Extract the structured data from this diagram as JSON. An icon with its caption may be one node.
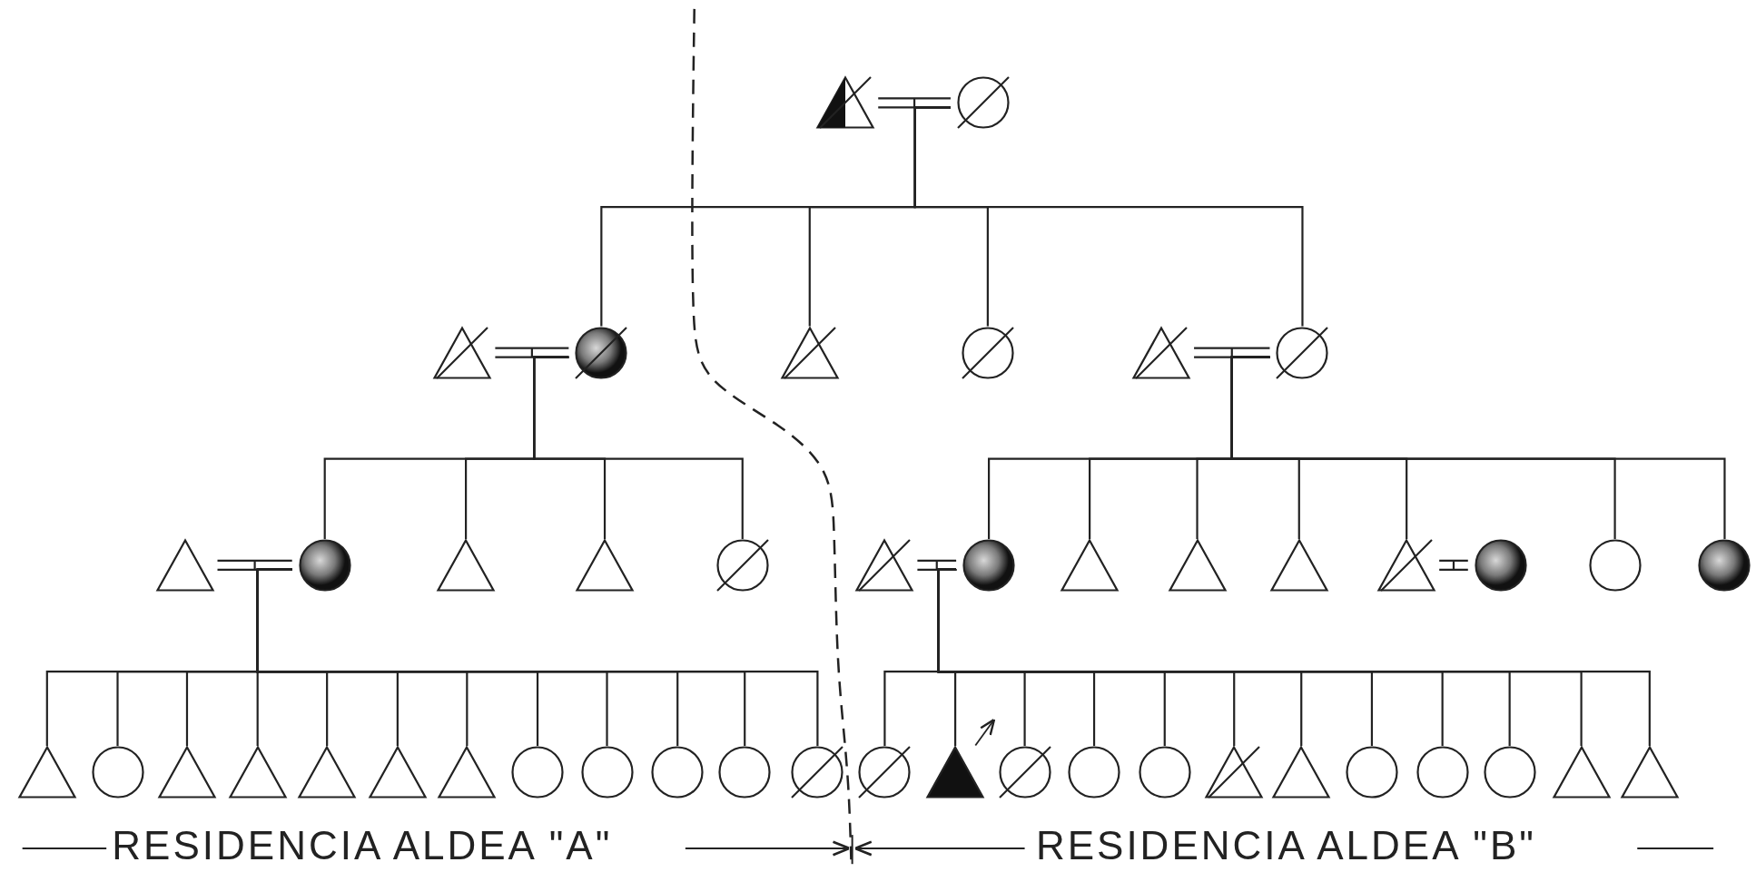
{
  "diagram": {
    "nodes": [
      {
        "text": [],
        "shape": "triangle"
      },
      {
        "text": [],
        "shape": "circle"
      },
      {
        "text": [],
        "shape": "triangle"
      },
      {
        "text": [],
        "shape": "circle"
      },
      {
        "text": [],
        "shape": "triangle"
      },
      {
        "text": [],
        "shape": "circle"
      },
      {
        "text": [],
        "shape": "triangle"
      },
      {
        "text": [],
        "shape": "circle"
      },
      {
        "text": [],
        "shape": "triangle"
      },
      {
        "text": [],
        "shape": "circle"
      },
      {
        "text": [],
        "shape": "triangle"
      },
      {
        "text": [],
        "shape": "triangle"
      },
      {
        "text": [],
        "shape": "circle"
      },
      {
        "text": [],
        "shape": "triangle"
      },
      {
        "text": [],
        "shape": "circle"
      },
      {
        "text": [],
        "shape": "triangle"
      },
      {
        "text": [],
        "shape": "triangle"
      },
      {
        "text": [],
        "shape": "triangle"
      },
      {
        "text": [],
        "shape": "triangle"
      },
      {
        "text": [],
        "shape": "circle"
      },
      {
        "text": [],
        "shape": "circle"
      },
      {
        "text": [],
        "shape": "circle"
      },
      {
        "text": [],
        "shape": "triangle"
      },
      {
        "text": [],
        "shape": "circle"
      },
      {
        "text": [],
        "shape": "triangle"
      },
      {
        "text": [],
        "shape": "triangle"
      },
      {
        "text": [],
        "shape": "triangle"
      },
      {
        "text": [],
        "shape": "triangle"
      },
      {
        "text": [],
        "shape": "triangle"
      },
      {
        "text": [],
        "shape": "circle"
      },
      {
        "text": [],
        "shape": "circle"
      },
      {
        "text": [],
        "shape": "circle"
      },
      {
        "text": [],
        "shape": "circle"
      },
      {
        "text": [],
        "shape": "circle"
      },
      {
        "text": [],
        "shape": "circle"
      },
      {
        "text": [],
        "shape": "triangle"
      },
      {
        "text": [],
        "shape": "circle"
      },
      {
        "text": [],
        "shape": "circle"
      },
      {
        "text": [],
        "shape": "circle"
      },
      {
        "text": [],
        "shape": "triangle"
      },
      {
        "text": [],
        "shape": "triangle"
      },
      {
        "text": [],
        "shape": "circle"
      },
      {
        "text": [],
        "shape": "circle"
      },
      {
        "text": [],
        "shape": "circle"
      },
      {
        "text": [],
        "shape": "triangle"
      },
      {
        "text": [],
        "shape": "triangle"
      }
    ],
    "edges": [
      {
        "from": 0,
        "to": 1,
        "arrow": "none"
      },
      {
        "from": 1,
        "to": 3,
        "arrow": "none"
      },
      {
        "from": 1,
        "to": 4,
        "arrow": "none"
      },
      {
        "from": 1,
        "to": 5,
        "arrow": "none"
      },
      {
        "from": 1,
        "to": 7,
        "arrow": "none"
      },
      {
        "from": 2,
        "to": 3,
        "arrow": "none"
      },
      {
        "from": 6,
        "to": 7,
        "arrow": "none"
      },
      {
        "from": 3,
        "to": 9,
        "arrow": "none"
      },
      {
        "from": 3,
        "to": 10,
        "arrow": "none"
      },
      {
        "from": 3,
        "to": 11,
        "arrow": "none"
      },
      {
        "from": 3,
        "to": 12,
        "arrow": "none"
      },
      {
        "from": 7,
        "to": 14,
        "arrow": "none"
      },
      {
        "from": 7,
        "to": 15,
        "arrow": "none"
      },
      {
        "from": 7,
        "to": 16,
        "arrow": "none"
      },
      {
        "from": 7,
        "to": 17,
        "arrow": "none"
      },
      {
        "from": 7,
        "to": 18,
        "arrow": "none"
      },
      {
        "from": 7,
        "to": 20,
        "arrow": "none"
      },
      {
        "from": 7,
        "to": 21,
        "arrow": "none"
      },
      {
        "from": 8,
        "to": 9,
        "arrow": "none"
      },
      {
        "from": 13,
        "to": 14,
        "arrow": "none"
      },
      {
        "from": 18,
        "to": 19,
        "arrow": "none"
      },
      {
        "from": 9,
        "to": 22,
        "arrow": "none"
      },
      {
        "from": 9,
        "to": 23,
        "arrow": "none"
      },
      {
        "from": 9,
        "to": 24,
        "arrow": "none"
      },
      {
        "from": 9,
        "to": 25,
        "arrow": "none"
      },
      {
        "from": 9,
        "to": 26,
        "arrow": "none"
      },
      {
        "from": 9,
        "to": 27,
        "arrow": "none"
      },
      {
        "from": 9,
        "to": 28,
        "arrow": "none"
      },
      {
        "from": 9,
        "to": 29,
        "arrow": "none"
      },
      {
        "from": 9,
        "to": 30,
        "arrow": "none"
      },
      {
        "from": 9,
        "to": 31,
        "arrow": "none"
      },
      {
        "from": 9,
        "to": 32,
        "arrow": "none"
      },
      {
        "from": 9,
        "to": 33,
        "arrow": "none"
      },
      {
        "from": 14,
        "to": 34,
        "arrow": "none"
      },
      {
        "from": 14,
        "to": 35,
        "arrow": "none"
      },
      {
        "from": 14,
        "to": 36,
        "arrow": "none"
      },
      {
        "from": 14,
        "to": 37,
        "arrow": "none"
      },
      {
        "from": 14,
        "to": 38,
        "arrow": "none"
      },
      {
        "from": 14,
        "to": 39,
        "arrow": "none"
      },
      {
        "from": 14,
        "to": 40,
        "arrow": "none"
      },
      {
        "from": 14,
        "to": 41,
        "arrow": "none"
      },
      {
        "from": 14,
        "to": 42,
        "arrow": "none"
      },
      {
        "from": 14,
        "to": 43,
        "arrow": "none"
      },
      {
        "from": 14,
        "to": 44,
        "arrow": "none"
      },
      {
        "from": 14,
        "to": 45,
        "arrow": "none"
      }
    ],
    "labels": [
      "RESIDENCIA ALDEA \"A\"",
      "RESIDENCIA ALDEA \"B\""
    ]
  }
}
